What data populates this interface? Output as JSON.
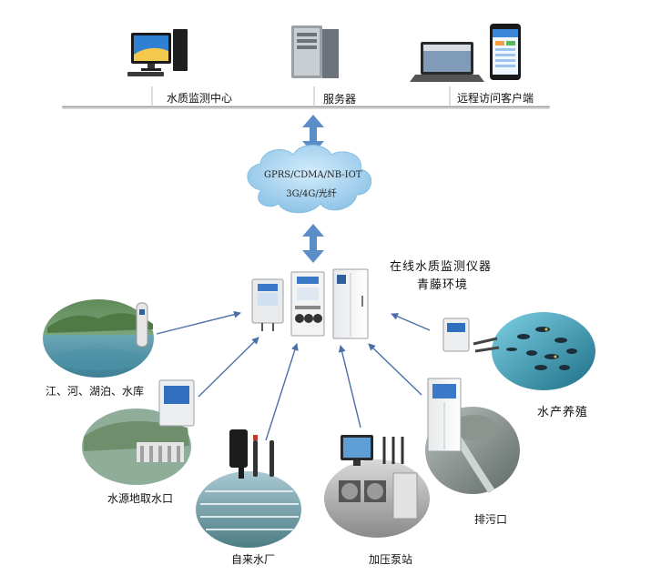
{
  "top": {
    "monitoring_center": "水质监测中心",
    "server": "服务器",
    "remote_client": "远程访问客户端"
  },
  "network": {
    "line1": "GPRS/CDMA/NB-IOT",
    "line2": "3G/4G/光纤"
  },
  "instruments": {
    "title": "在线水质监测仪器",
    "brand": "青藤环境"
  },
  "sites": {
    "rivers": "江、河、湖泊、水库",
    "source_intake": "水源地取水口",
    "waterworks": "自来水厂",
    "pump_station": "加压泵站",
    "outfall": "排污口",
    "aquaculture": "水产养殖"
  },
  "colors": {
    "arrow_blue": "#4a6fa8",
    "double_arrow": "#5b8dc8",
    "cloud": "#a9d4ef",
    "bus_line": "#c8c8c8"
  }
}
